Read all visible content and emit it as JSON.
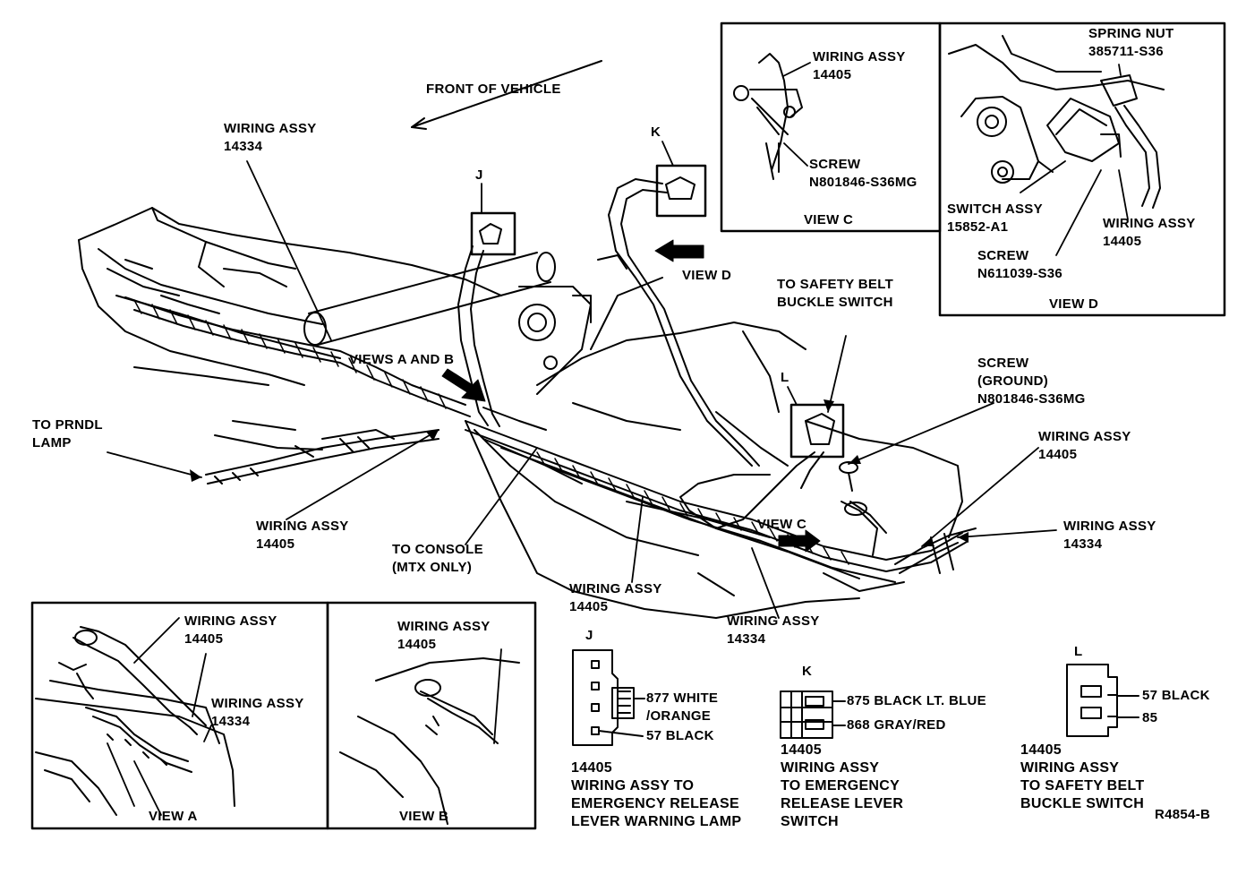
{
  "main": {
    "front_of_vehicle": "FRONT OF VEHICLE",
    "wiring_14334_top": [
      "WIRING ASSY",
      "14334"
    ],
    "label_j": "J",
    "label_k": "K",
    "label_l": "L",
    "view_d_arrow": "VIEW D",
    "to_safety_belt": [
      "TO SAFETY BELT",
      "BUCKLE SWITCH"
    ],
    "views_a_and_b": "VIEWS A AND B",
    "to_prndl": [
      "TO PRNDL",
      "LAMP"
    ],
    "screw_ground": [
      "SCREW",
      "(GROUND)",
      "N801846-S36MG"
    ],
    "wiring_14405_right": [
      "WIRING ASSY",
      "14405"
    ],
    "wiring_14334_right": [
      "WIRING ASSY",
      "14334"
    ],
    "view_c_arrow": "VIEW C",
    "wiring_14405_left": [
      "WIRING ASSY",
      "14405"
    ],
    "to_console": [
      "TO CONSOLE",
      "(MTX ONLY)"
    ],
    "wiring_14405_mid": [
      "WIRING ASSY",
      "14405"
    ],
    "wiring_14334_bottom": [
      "WIRING ASSY",
      "14334"
    ]
  },
  "view_c": {
    "title": "VIEW C",
    "wiring": [
      "WIRING ASSY",
      "14405"
    ],
    "screw": [
      "SCREW",
      "N801846-S36MG"
    ]
  },
  "view_d": {
    "title": "VIEW D",
    "spring_nut": [
      "SPRING NUT",
      "385711-S36"
    ],
    "switch_assy": [
      "SWITCH ASSY",
      "15852-A1"
    ],
    "screw": [
      "SCREW",
      "N611039-S36"
    ],
    "wiring": [
      "WIRING ASSY",
      "14405"
    ]
  },
  "view_a": {
    "title": "VIEW A",
    "wiring_14405": [
      "WIRING ASSY",
      "14405"
    ],
    "wiring_14334": [
      "WIRING ASSY",
      "14334"
    ]
  },
  "view_b": {
    "title": "VIEW B",
    "wiring_14405": [
      "WIRING ASSY",
      "14405"
    ]
  },
  "connector_j": {
    "letter": "J",
    "pin1": "877 WHITE",
    "pin1b": "/ORANGE",
    "pin2": "57 BLACK",
    "caption": [
      "14405",
      "WIRING ASSY TO",
      "EMERGENCY RELEASE",
      "LEVER WARNING LAMP"
    ]
  },
  "connector_k": {
    "letter": "K",
    "pin1": "875 BLACK LT. BLUE",
    "pin2": "868 GRAY/RED",
    "caption": [
      "14405",
      "WIRING ASSY",
      "TO EMERGENCY",
      "RELEASE LEVER",
      "SWITCH"
    ]
  },
  "connector_l": {
    "letter": "L",
    "pin1": "57 BLACK",
    "pin2": "85",
    "caption": [
      "14405",
      "WIRING ASSY",
      "TO SAFETY BELT",
      "BUCKLE SWITCH"
    ]
  },
  "figure_code": "R4854-B"
}
